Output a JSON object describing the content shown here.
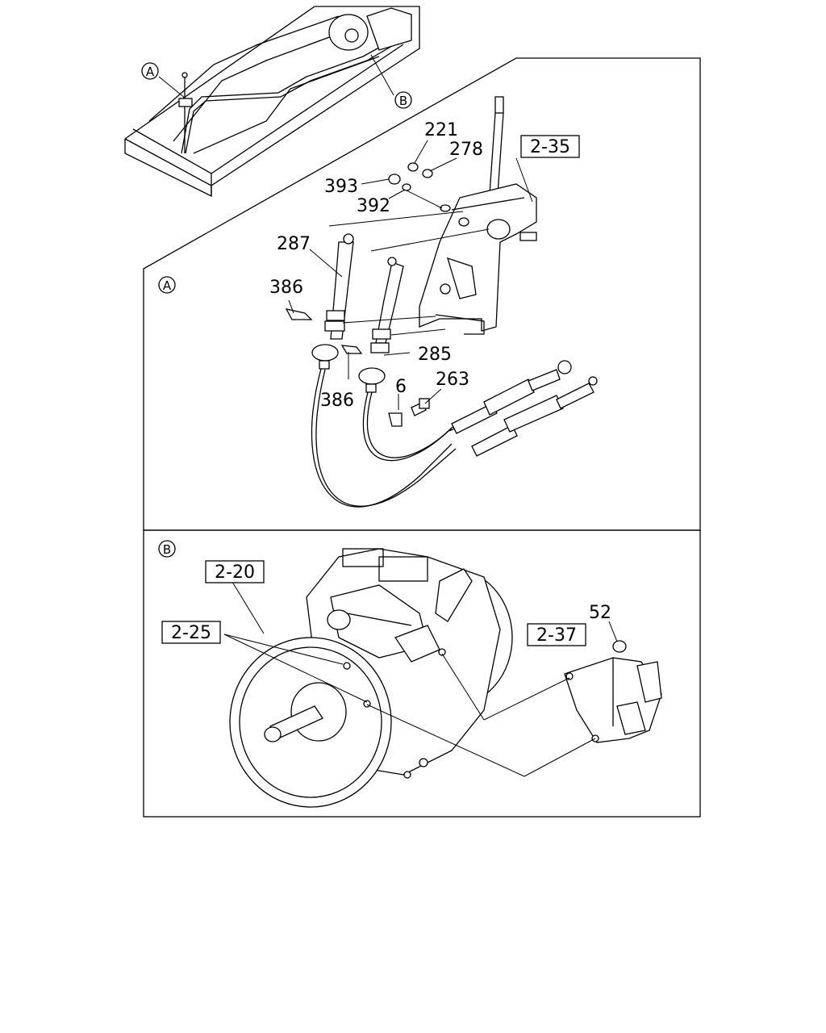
{
  "callouts": {
    "detail_a": "A",
    "detail_b": "B"
  },
  "panel_a": {
    "marker": "A",
    "parts": {
      "p221": "221",
      "p278": "278",
      "p393": "393",
      "p392": "392",
      "p287": "287",
      "p386_top": "386",
      "p386_bottom": "386",
      "p285": "285",
      "p263": "263",
      "p6": "6"
    },
    "refs": {
      "r235": "2-35"
    }
  },
  "panel_b": {
    "marker": "B",
    "parts": {
      "p52": "52"
    },
    "refs": {
      "r220": "2-20",
      "r225": "2-25",
      "r237": "2-37"
    }
  }
}
